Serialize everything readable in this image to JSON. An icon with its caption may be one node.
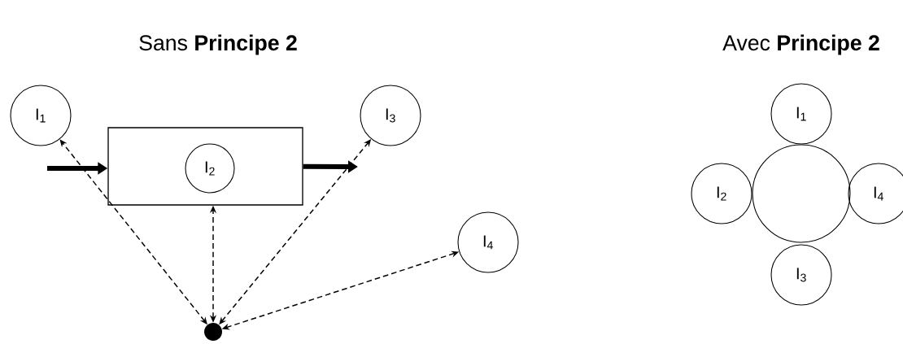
{
  "diagram": {
    "nodes": [
      {
        "text": [
          "I$_{1}$"
        ]
      },
      {
        "text": [],
        "shape": "box"
      },
      {
        "text": [
          "I$_{2}$"
        ],
        "in": 1
      },
      {
        "text": [
          "I$_{3}$"
        ]
      },
      {
        "text": [
          "I$_{4}$"
        ]
      },
      {
        "text": [],
        "shape": "circle"
      },
      {
        "text": [],
        "shape": "circle"
      },
      {
        "text": [
          "I$_{1}$"
        ]
      },
      {
        "text": [
          "I$_{2}$"
        ]
      },
      {
        "text": [
          "I$_{4}$"
        ]
      },
      {
        "text": [
          "I$_{3}$"
        ]
      }
    ],
    "edges": [
      {
        "from": null,
        "to": 1,
        "arrow": "to",
        "style": "thick"
      },
      {
        "from": 1,
        "to": null,
        "arrow": "to",
        "style": "thick"
      },
      {
        "from": 5,
        "to": 0,
        "arrow": "both",
        "style": "dashed"
      },
      {
        "from": 5,
        "to": 1,
        "arrow": "both",
        "style": "dashed"
      },
      {
        "from": 5,
        "to": 3,
        "arrow": "both",
        "style": "dashed"
      },
      {
        "from": 5,
        "to": 4,
        "arrow": "both",
        "style": "dashed"
      }
    ],
    "labels": [
      "Sans **Principe 2**",
      "Avec **Principe 2**"
    ]
  }
}
